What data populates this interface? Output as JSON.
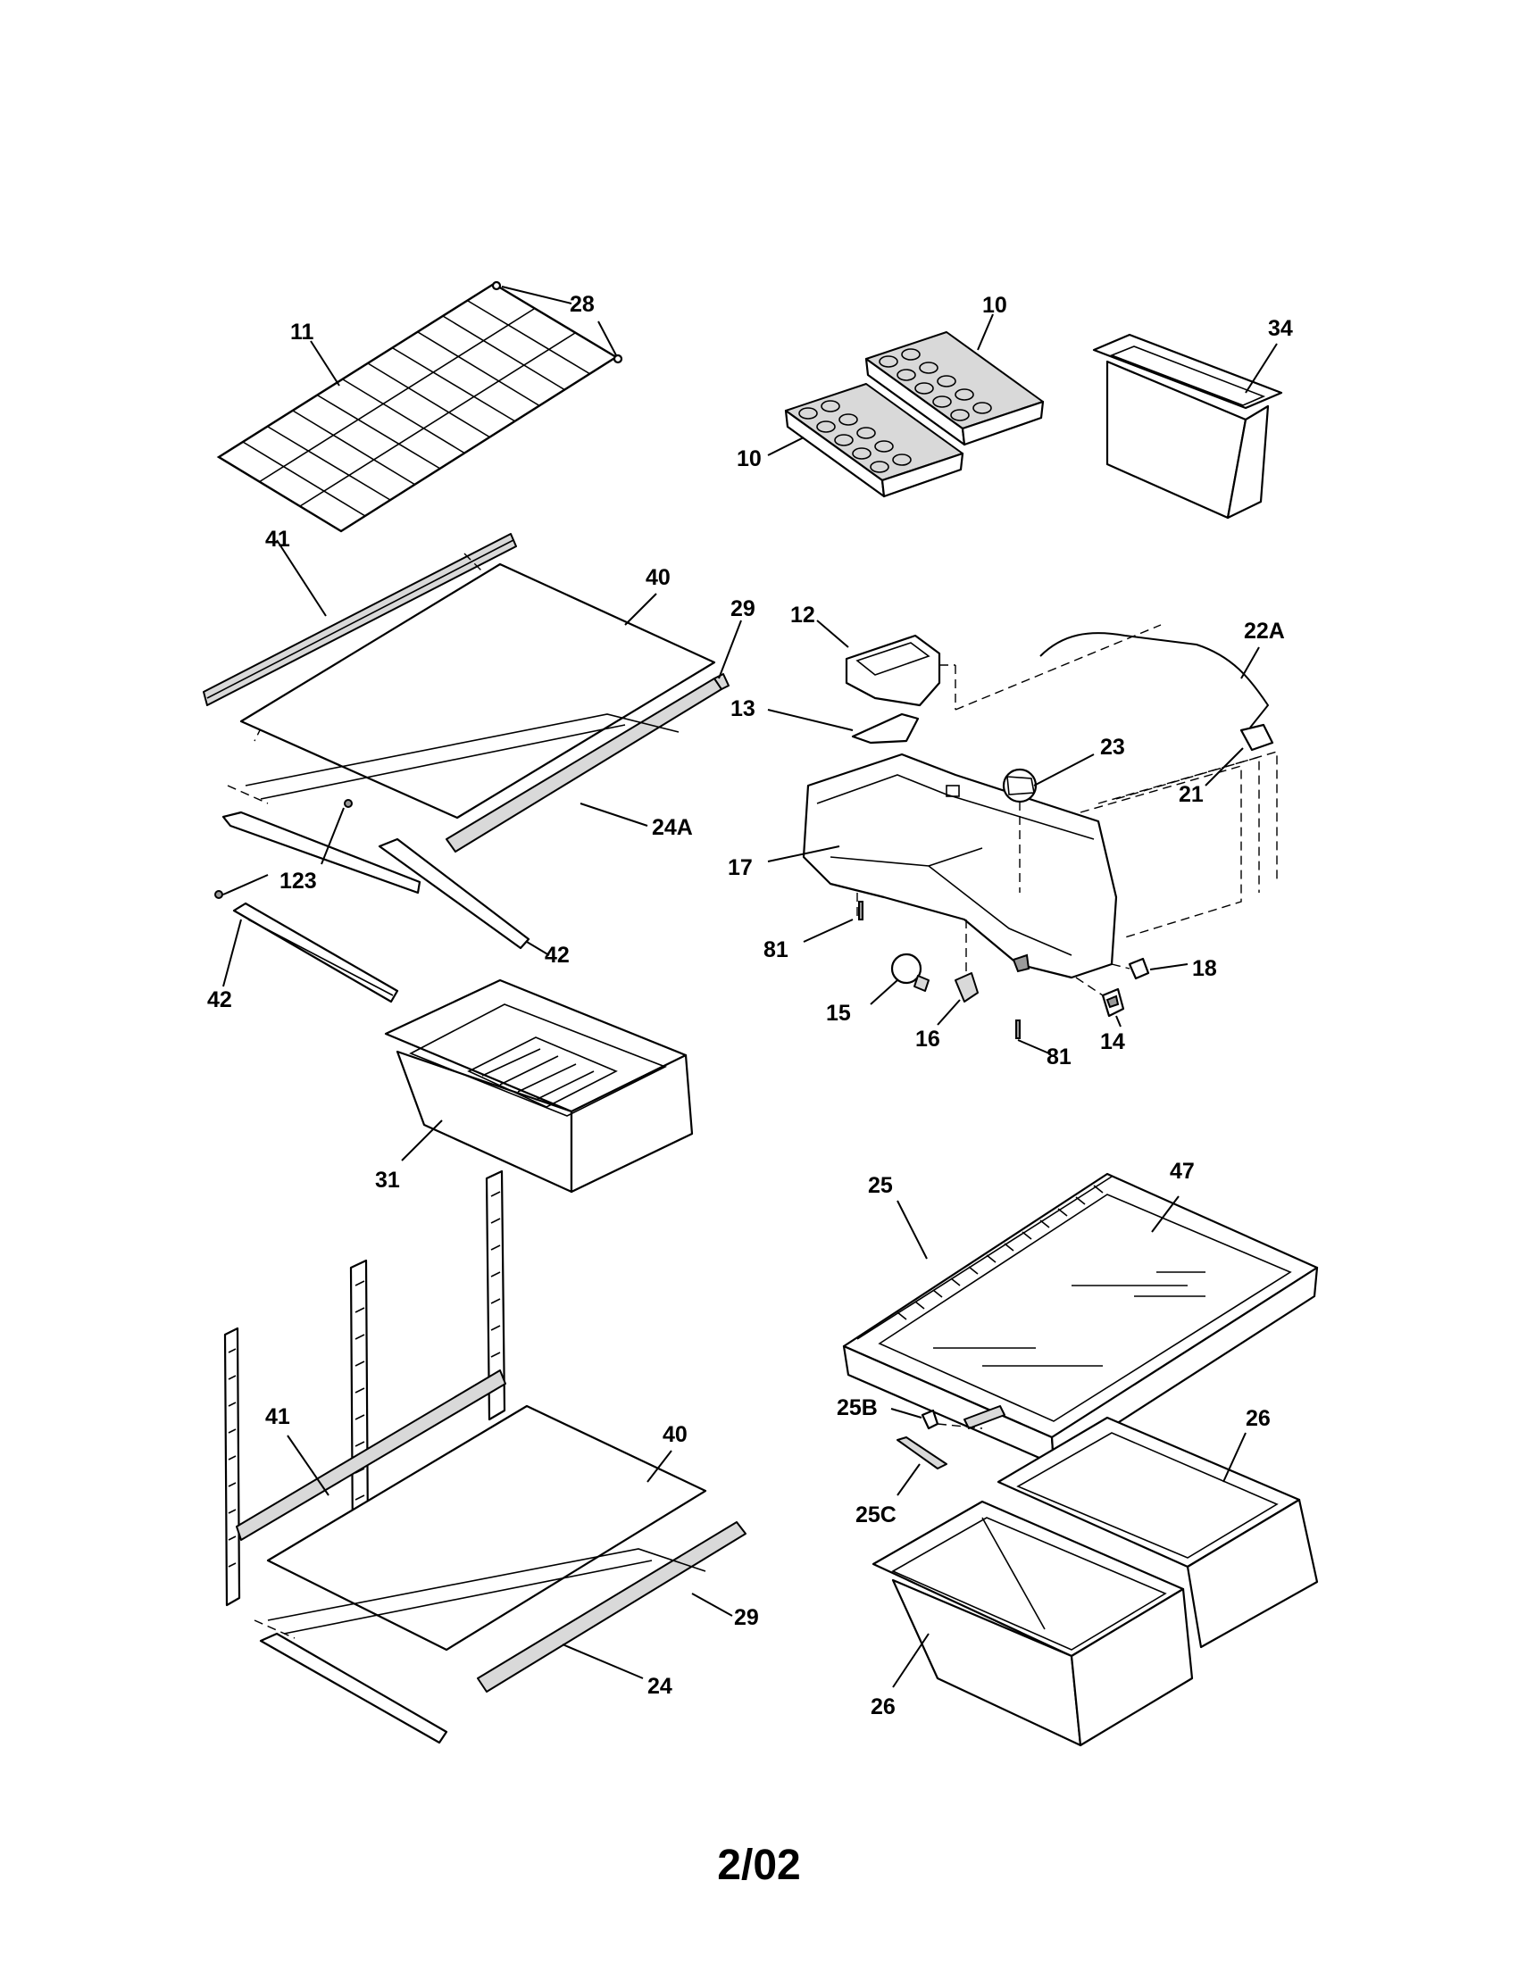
{
  "diagram": {
    "page_code": "2/02",
    "callouts": {
      "p28": "28",
      "p11": "11",
      "p10a": "10",
      "p10b": "10",
      "p34": "34",
      "p41a": "41",
      "p40a": "40",
      "p29a": "29",
      "p24a": "24A",
      "p123": "123",
      "p42a": "42",
      "p42b": "42",
      "p31": "31",
      "p12": "12",
      "p13": "13",
      "p22a": "22A",
      "p23": "23",
      "p21": "21",
      "p17": "17",
      "p81a": "81",
      "p15": "15",
      "p16": "16",
      "p81b": "81",
      "p14": "14",
      "p18": "18",
      "p25": "25",
      "p47": "47",
      "p25b": "25B",
      "p25c": "25C",
      "p26a": "26",
      "p26b": "26",
      "p41b": "41",
      "p40b": "40",
      "p29b": "29",
      "p24": "24"
    }
  }
}
